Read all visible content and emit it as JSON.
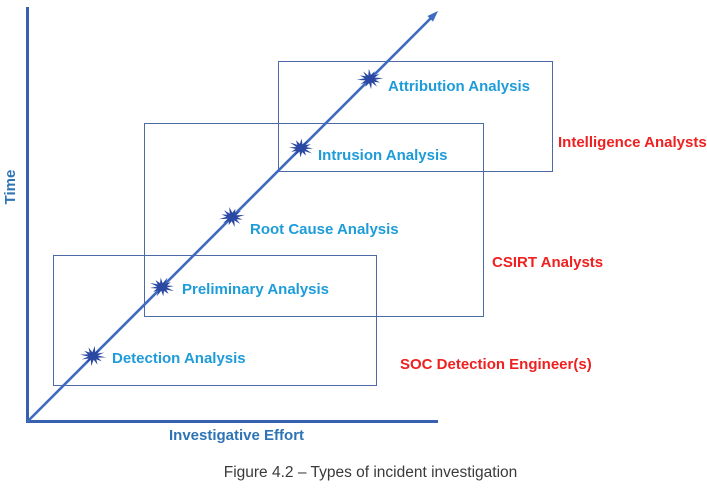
{
  "figure": {
    "caption": "Figure 4.2 – Types of incident investigation"
  },
  "diagram": {
    "y_axis_label": "Time",
    "x_axis_label": "Investigative Effort",
    "milestones": [
      {
        "label": "Detection Analysis"
      },
      {
        "label": "Preliminary Analysis"
      },
      {
        "label": "Root Cause Analysis"
      },
      {
        "label": "Intrusion Analysis"
      },
      {
        "label": "Attribution Analysis"
      }
    ],
    "roles": [
      {
        "label": "SOC Detection Engineer(s)"
      },
      {
        "label": "CSIRT Analysts"
      },
      {
        "label": "Intelligence Analysts"
      }
    ],
    "colors": {
      "axis": "#3761AE",
      "trend_line": "#3E6BBF",
      "box_border": "#4E6AA6",
      "marker": "#2B49A3",
      "milestone_text": "#1E9CD9",
      "role_text": "#EF2020",
      "axis_label_text": "#2E74B5",
      "caption_text": "#3A3A3A"
    }
  }
}
